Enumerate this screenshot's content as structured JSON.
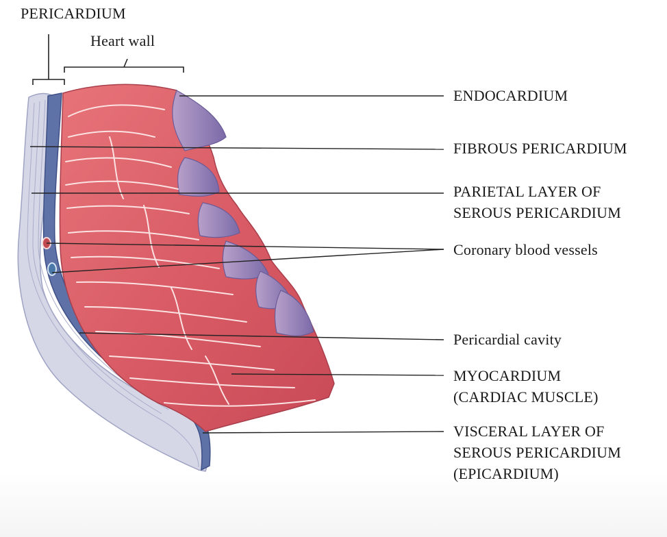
{
  "labels": {
    "pericardium": "PERICARDIUM",
    "heart_wall": "Heart wall",
    "endocardium": "ENDOCARDIUM",
    "fibrous": "FIBROUS PERICARDIUM",
    "parietal": [
      "PARIETAL LAYER OF",
      "SEROUS PERICARDIUM"
    ],
    "coronary": "Coronary blood vessels",
    "cavity": "Pericardial cavity",
    "myocardium": [
      "MYOCARDIUM",
      "(CARDIAC MUSCLE)"
    ],
    "visceral": [
      "VISCERAL LAYER OF",
      "SEROUS PERICARDIUM",
      "(EPICARDIUM)"
    ]
  },
  "colors": {
    "muscle": "#d9616a",
    "muscle_dark": "#b9444f",
    "muscle_light": "#f0a0a3",
    "endocardium": "#8a7ab0",
    "serous_blue": "#5c6fa6",
    "fibrous": "#c6c9dc",
    "leader_line": "#222222"
  }
}
